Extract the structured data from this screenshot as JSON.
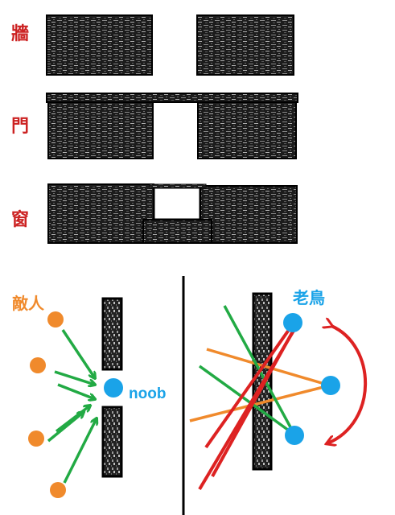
{
  "section_labels": {
    "wall": "牆",
    "door": "門",
    "window": "窗"
  },
  "diagram": {
    "enemy_label": "敵人",
    "noob_label": "noob",
    "veteran_label": "老鳥"
  },
  "colors": {
    "label_red": "#cc2222",
    "enemy_orange": "#f08a2c",
    "player_blue": "#1aa3e8",
    "arrow_green": "#22aa44",
    "line_red": "#dd2222",
    "wall_dark": "#1a1a1a",
    "divider": "#000000"
  }
}
